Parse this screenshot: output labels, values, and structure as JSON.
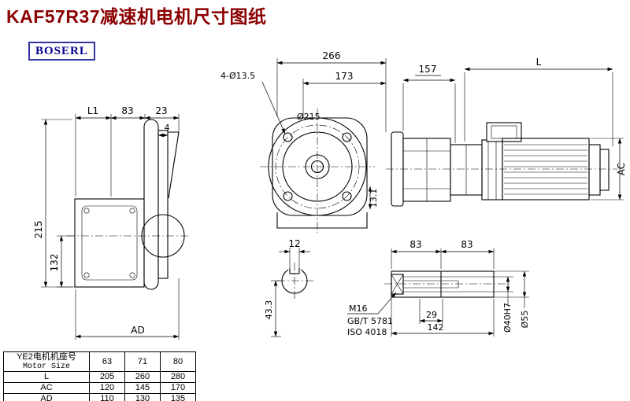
{
  "page": {
    "title": "KAF57R37减速机电机尺寸图纸",
    "logo": "BOSERL"
  },
  "colors": {
    "title": "#8b0000",
    "logo_border": "#3333a0",
    "logo_text": "#00008b",
    "line": "#000000"
  },
  "dims": {
    "top_width": "266",
    "top_inner": "173",
    "offset_157": "157",
    "motor_length": "L",
    "bolt_holes": "4-Ø13.5",
    "flange_dia": "Ø215",
    "key_13_1": "13.1",
    "l1": "L1",
    "left_83": "83",
    "left_23": "23",
    "plate_4": "4",
    "height_215": "215",
    "height_132": "132",
    "ad": "AD",
    "ac": "AC",
    "key_12": "12",
    "dim_43_3": "43.3",
    "shaft_83a": "83",
    "shaft_83b": "83",
    "thread": "M16",
    "std_gb": "GB/T 5781",
    "std_iso": "ISO 4018",
    "key_29": "29",
    "shaft_142": "142",
    "bore": "Ø40H7",
    "shaft_dia": "Ø55"
  },
  "table": {
    "header": {
      "line1": "YE2电机机座号",
      "line2": "Motor Size",
      "cols": [
        "63",
        "71",
        "80"
      ]
    },
    "rows": [
      {
        "label": "L",
        "values": [
          "205",
          "260",
          "280"
        ]
      },
      {
        "label": "AC",
        "values": [
          "120",
          "145",
          "170"
        ]
      },
      {
        "label": "AD",
        "values": [
          "110",
          "130",
          "135"
        ]
      }
    ]
  }
}
